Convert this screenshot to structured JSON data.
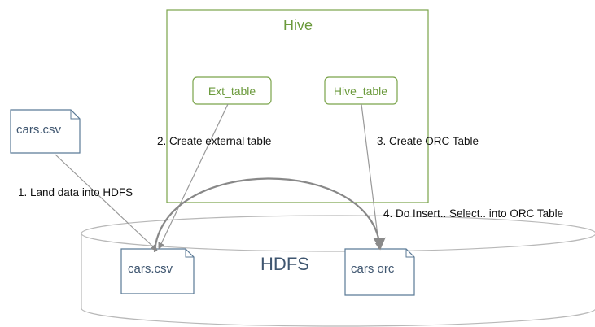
{
  "hive": {
    "title": "Hive",
    "ext_table": "Ext_table",
    "hive_table": "Hive_table"
  },
  "hdfs": {
    "title": "HDFS",
    "cars_csv": "cars.csv",
    "cars_orc": "cars orc"
  },
  "source_file": "cars.csv",
  "steps": {
    "step1": "1. Land data into HDFS",
    "step2": "2. Create external table",
    "step3": "3. Create ORC Table",
    "step4": "4. Do Insert.. Select.. into ORC Table"
  },
  "colors": {
    "hive_green": "#6b9a3c",
    "hdfs_text": "#3f5670",
    "doc_border": "#5b7a96",
    "cylinder": "#b8b8b8",
    "arrow": "#999999",
    "arc": "#888888",
    "label_text": "#111111"
  }
}
